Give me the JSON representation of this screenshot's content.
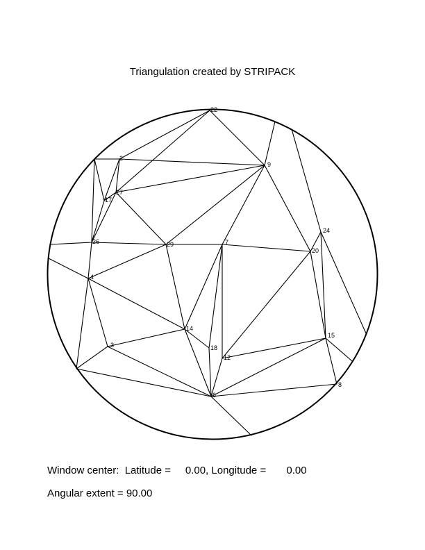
{
  "title": "Triangulation created by STRIPACK",
  "footer": {
    "window_center": "Window center:  Latitude =     0.00, Longitude =       0.00",
    "angular_extent": "Angular extent = 90.00"
  },
  "nodes": [
    {
      "id": "n22",
      "label": "22"
    },
    {
      "id": "n2",
      "label": "2"
    },
    {
      "id": "n9",
      "label": "9"
    },
    {
      "id": "n27",
      "label": "27"
    },
    {
      "id": "n17",
      "label": "17"
    },
    {
      "id": "n26",
      "label": "26"
    },
    {
      "id": "n29",
      "label": "29"
    },
    {
      "id": "n7",
      "label": "7"
    },
    {
      "id": "n24",
      "label": "24"
    },
    {
      "id": "n20",
      "label": "20"
    },
    {
      "id": "n4",
      "label": "4"
    },
    {
      "id": "n14",
      "label": "14"
    },
    {
      "id": "n18",
      "label": "18"
    },
    {
      "id": "n12",
      "label": "12"
    },
    {
      "id": "n3",
      "label": "3"
    },
    {
      "id": "n15",
      "label": "15"
    },
    {
      "id": "n6",
      "label": "6"
    },
    {
      "id": "n8",
      "label": "8"
    }
  ]
}
